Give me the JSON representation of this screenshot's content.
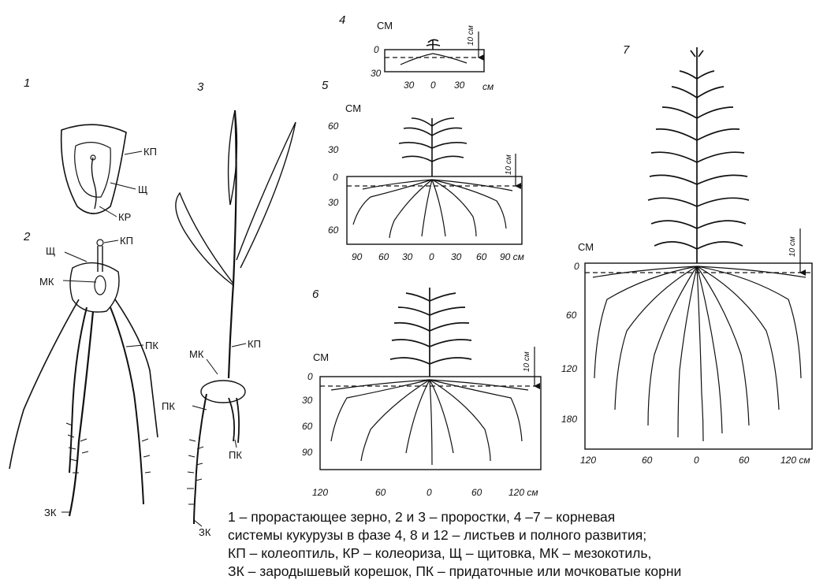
{
  "figures": {
    "f1": {
      "num": "1",
      "kp": "КП",
      "shch": "Щ",
      "kr": "КР"
    },
    "f2": {
      "num": "2",
      "shch": "Щ",
      "kp": "КП",
      "mk": "МК",
      "pk": "ПК",
      "zk": "ЗК"
    },
    "f3": {
      "num": "3",
      "mk": "МК",
      "kp": "КП",
      "pk1": "ПК",
      "pk2": "ПК",
      "zk": "ЗК"
    },
    "f4": {
      "num": "4",
      "unit": "СМ",
      "depth": "10 см",
      "yticks": [
        "0",
        "30"
      ],
      "xticks": [
        "30",
        "0",
        "30"
      ],
      "xunit": "см"
    },
    "f5": {
      "num": "5",
      "unit": "СМ",
      "depth": "10 см",
      "yticks": [
        "60",
        "30",
        "0",
        "30",
        "60"
      ],
      "xticks": [
        "90",
        "60",
        "30",
        "0",
        "30",
        "60",
        "90 см"
      ]
    },
    "f6": {
      "num": "6",
      "unit": "СМ",
      "depth": "10 см",
      "yticks": [
        "0",
        "30",
        "60",
        "90"
      ],
      "xticks": [
        "120",
        "60",
        "0",
        "60",
        "120 см"
      ]
    },
    "f7": {
      "num": "7",
      "unit": "СМ",
      "depth": "10 см",
      "yticks": [
        "0",
        "60",
        "120",
        "180"
      ],
      "xticks": [
        "120",
        "60",
        "0",
        "60",
        "120 см"
      ]
    }
  },
  "caption": {
    "line1": "1 – прорастающее зерно, 2 и 3 – проростки, 4 –7 – корневая",
    "line2": "системы кукурузы в фазе 4, 8 и 12 – листьев и полного развития;",
    "line3": "КП – колеоптиль, КР – колеориза, Щ – щитовка, МК – мезокотиль,",
    "line4": "ЗК – зародышевый корешок, ПК – придаточные или мочковатые корни"
  }
}
